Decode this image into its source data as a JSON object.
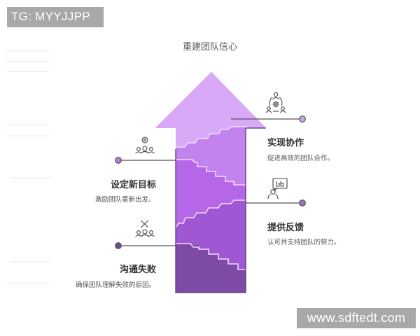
{
  "watermarks": {
    "top_left": "TG: MYYJJPP",
    "bottom_right": "www.sdftedt.com"
  },
  "diagram": {
    "title": "重建团队信心",
    "colors": {
      "band_1_top": "#D7A9F7",
      "band_2": "#B567E7",
      "band_3": "#A057D4",
      "band_4_bottom": "#7D4AA6",
      "line": "#555555",
      "dot_light": "#C9A3E6",
      "dot_mid": "#9B6CC4",
      "dot_dark": "#6F4A96",
      "step_highlight": "#F1D9FF",
      "outline": "#5a3a78"
    },
    "steps": [
      {
        "id": "realize-collaboration",
        "side": "right",
        "label": "实现协作",
        "description": "促进高效的团队合作。",
        "icon": "team-collaboration-gear-icon"
      },
      {
        "id": "set-new-goals",
        "side": "left",
        "label": "设定新目标",
        "description": "激励团队重新出发。",
        "icon": "team-goal-ball-icon"
      },
      {
        "id": "provide-feedback",
        "side": "right",
        "label": "提供反馈",
        "description": "认可并支持团队的努力。",
        "icon": "person-speech-bubble-icon"
      },
      {
        "id": "communication-failure",
        "side": "left",
        "label": "沟通失败",
        "description": "确保团队理解失败的原因。",
        "icon": "team-x-icon"
      }
    ]
  }
}
